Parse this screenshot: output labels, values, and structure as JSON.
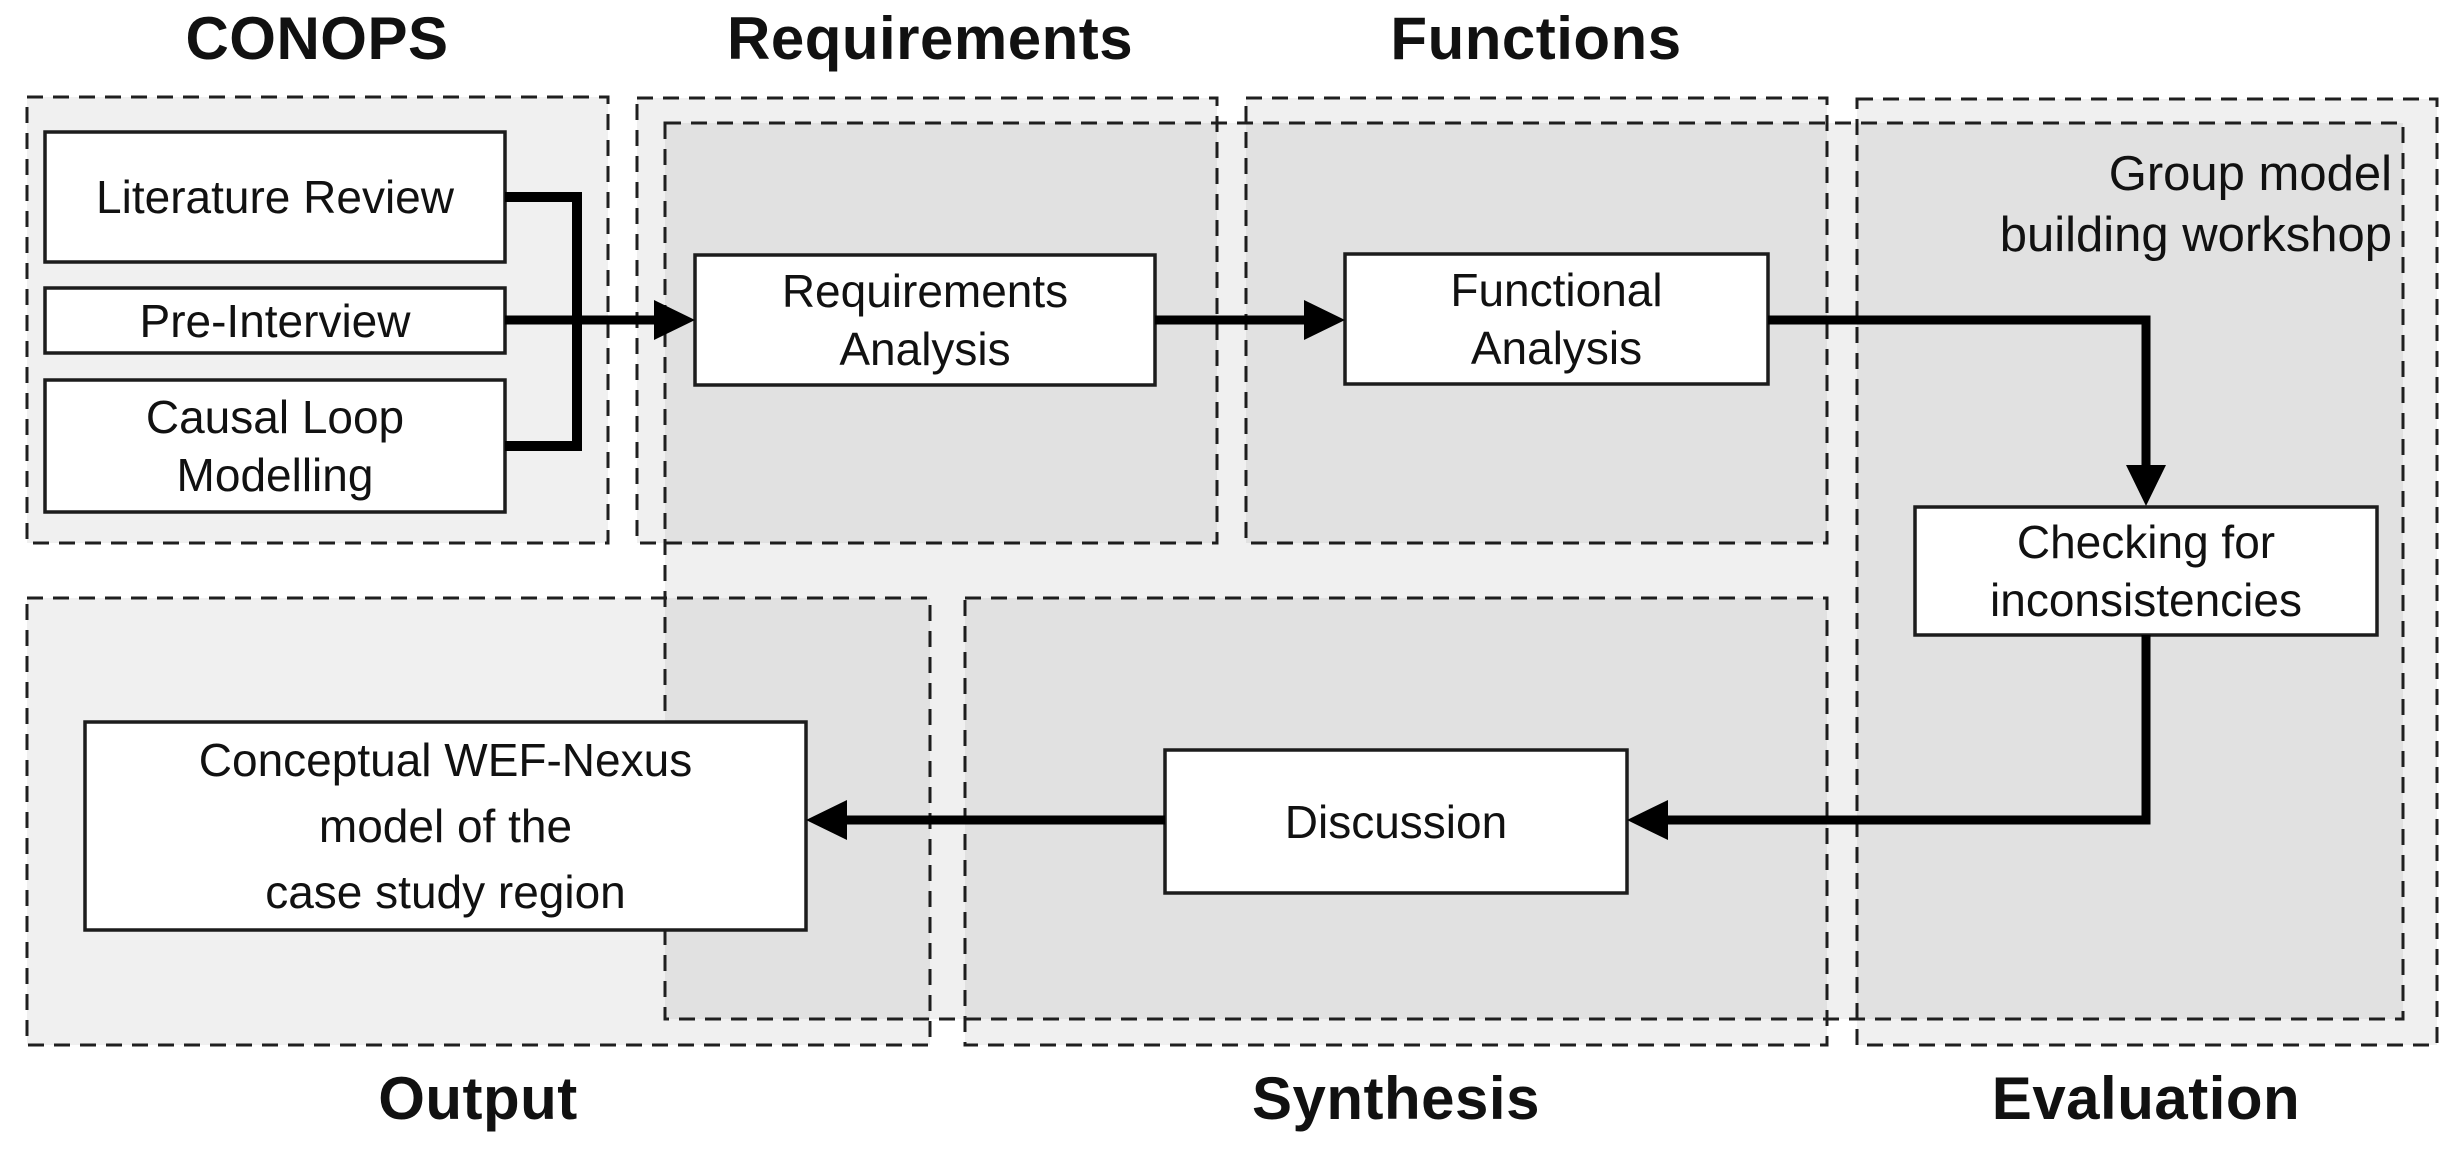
{
  "titles": {
    "conops": "CONOPS",
    "requirements": "Requirements",
    "functions": "Functions",
    "output": "Output",
    "synthesis": "Synthesis",
    "evaluation": "Evaluation"
  },
  "workshop": {
    "label": "Group model\nbuilding workshop"
  },
  "nodes": {
    "literature_review": "Literature Review",
    "pre_interview": "Pre-Interview",
    "causal_loop_modelling": "Causal Loop\nModelling",
    "requirements_analysis": "Requirements\nAnalysis",
    "functional_analysis": "Functional\nAnalysis",
    "checking_inconsistencies": "Checking for\ninconsistencies",
    "discussion": "Discussion",
    "conceptual_model": "Conceptual WEF-Nexus\nmodel of the\ncase study region"
  },
  "colors": {
    "region_fill_single": "#f0f0f0",
    "region_fill_overlap": "#e2e2e2",
    "dash_stroke": "#1f1f1f",
    "node_fill": "#ffffff",
    "node_stroke": "#1c1c1c",
    "arrow": "#000000",
    "text": "#111111",
    "background": "#ffffff"
  }
}
